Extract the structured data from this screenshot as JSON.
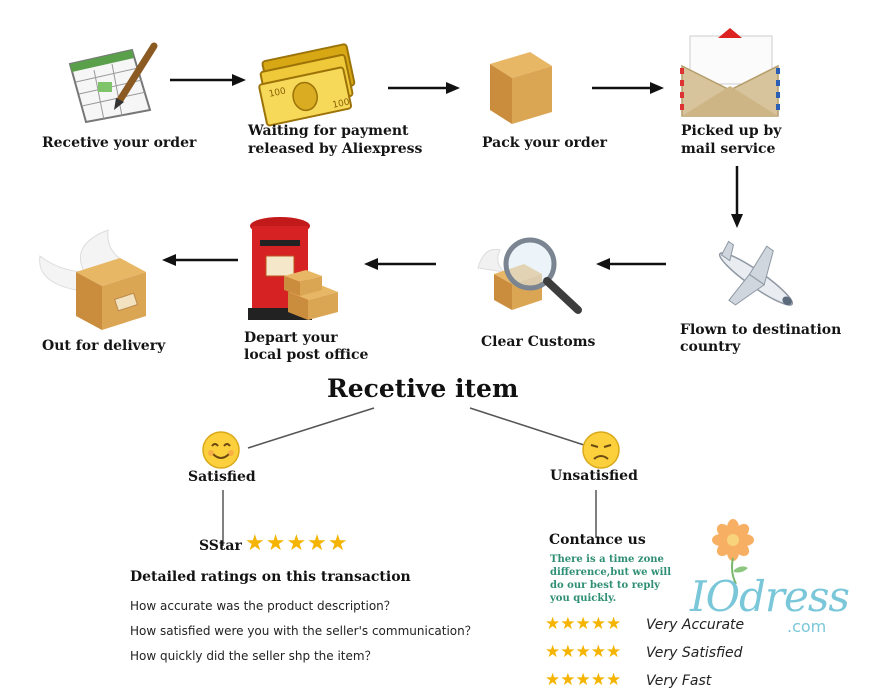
{
  "steps": {
    "receive_order": "Recetive your order",
    "waiting_payment_l1": "Waiting for payment",
    "waiting_payment_l2": "released by Aliexpress",
    "pack_order": "Pack your order",
    "picked_up_l1": "Picked up by",
    "picked_up_l2": "mail service",
    "flown_l1": "Flown to destination",
    "flown_l2": "country",
    "clear_customs": "Clear Customs",
    "depart_l1": "Depart your",
    "depart_l2": "local post office",
    "out_for_delivery": "Out for delivery"
  },
  "outcome": {
    "title": "Recetive item",
    "satisfied": "Satisfied",
    "unsatisfied": "Unsatisfied"
  },
  "satisfied_branch": {
    "star_label": "SStar",
    "stars": "★★★★★",
    "ratings_heading": "Detailed ratings on this transaction",
    "questions": [
      "How accurate was the product description？",
      "How satisfied were you with the seller's communication？",
      "How quickly did the seller shp the item？"
    ]
  },
  "unsatisfied_branch": {
    "contact": "Contance us",
    "note_l1": "There is a time zone",
    "note_l2": "difference,but we will",
    "note_l3": "do  our best to reply",
    "note_l4": "you quickly.",
    "ratings": [
      {
        "stars": "★★★★★",
        "label": "Very Accurate"
      },
      {
        "stars": "★★★★★",
        "label": "Very Satisfied"
      },
      {
        "stars": "★★★★★",
        "label": "Very Fast"
      }
    ]
  },
  "logo": {
    "main": "IOdress",
    "sub": ".com"
  },
  "colors": {
    "star": "#f4b400",
    "note_green": "#2f8f74",
    "logo_blue": "#79c7d9",
    "flower_orange": "#f6a24a"
  }
}
